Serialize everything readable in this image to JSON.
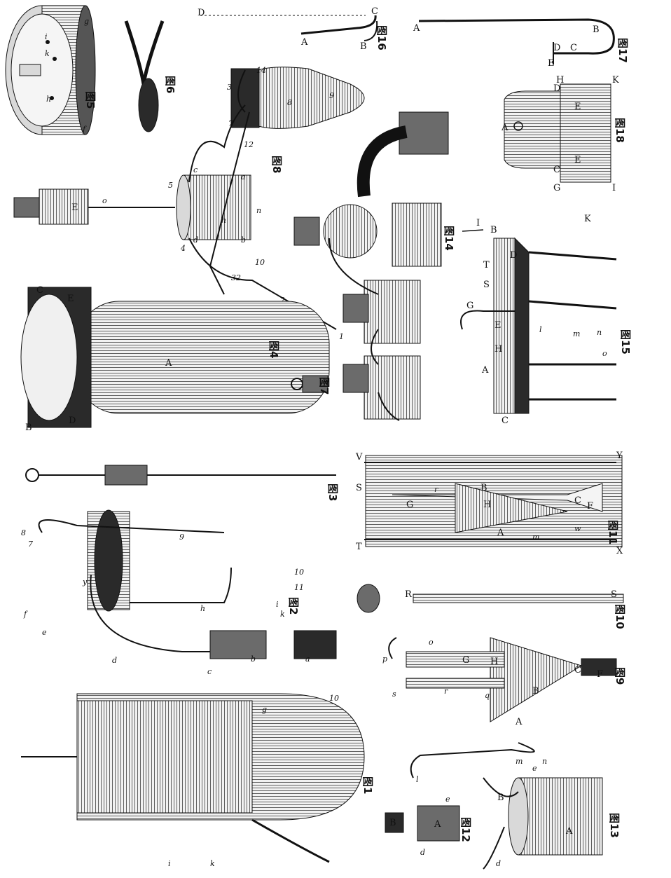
{
  "captions": {
    "fig1": "图1",
    "fig2": "图2",
    "fig3": "图3",
    "fig4": "图4",
    "fig5": "图5",
    "fig6": "图6",
    "fig7": "图7",
    "fig8": "图8",
    "fig9": "图9",
    "fig10": "图10",
    "fig11": "图11",
    "fig12": "图12",
    "fig13": "图13",
    "fig14": "图14",
    "fig15": "图15",
    "fig16": "图16",
    "fig17": "图17",
    "fig18": "图18"
  },
  "fig1_labels": {
    "g": "g",
    "i": "i",
    "k": "k",
    "ten": "10"
  },
  "fig2_labels": {
    "d": "d",
    "e": "e",
    "f": "f",
    "a": "a",
    "b": "b",
    "c": "c",
    "y": "y",
    "h": "h",
    "i": "i",
    "k": "k",
    "seven": "7",
    "eight": "8",
    "nine": "9",
    "ten": "10",
    "eleven": "11"
  },
  "fig4_labels": {
    "A": "A",
    "B": "B",
    "C": "C",
    "D": "D",
    "E": "E"
  },
  "fig5_labels": {
    "g": "g",
    "f": "f",
    "h": "h",
    "i": "i",
    "k": "k"
  },
  "fig8_labels": {
    "E": "E",
    "o": "o",
    "c": "c",
    "d": "d",
    "a": "a",
    "b": "b",
    "h": "h",
    "n": "n",
    "one": "1",
    "two": "2",
    "three": "3",
    "four": "4",
    "five": "5",
    "seven": "7",
    "eight": "8",
    "nine": "9",
    "ten": "10",
    "twelve": "12",
    "fourteen": "14",
    "thirty_two": "32"
  },
  "fig9_labels": {
    "l": "l",
    "m": "m",
    "n": "n",
    "o": "o",
    "p": "p",
    "q": "q",
    "r": "r",
    "s": "s",
    "A": "A",
    "B": "B",
    "C": "C",
    "F": "F",
    "G": "G",
    "H": "H"
  },
  "fig10_labels": {
    "R": "R",
    "S": "S"
  },
  "fig11_labels": {
    "V": "V",
    "S": "S",
    "T": "T",
    "X": "X",
    "Y": "Y",
    "G": "G",
    "H": "H",
    "B": "B",
    "C": "C",
    "F": "F",
    "A": "A",
    "r": "r",
    "w": "w",
    "m": "m"
  },
  "fig12_labels": {
    "B": "B",
    "A": "A",
    "d": "d",
    "e": "e"
  },
  "fig13_labels": {
    "A": "A",
    "B": "B",
    "d": "d",
    "e": "e"
  },
  "fig15_labels": {
    "A": "A",
    "B": "B",
    "C": "C",
    "D": "D",
    "E": "E",
    "G": "G",
    "H": "H",
    "S": "S",
    "T": "T",
    "I": "I",
    "K": "K",
    "l": "l",
    "m": "m",
    "n": "n",
    "o": "o"
  },
  "fig16_labels": {
    "A": "A",
    "B": "B",
    "C": "C",
    "D": "D"
  },
  "fig17_labels": {
    "A": "A",
    "B": "B",
    "C": "C",
    "D": "D",
    "E": "E"
  },
  "fig18_labels": {
    "A": "A",
    "C": "C",
    "D": "D",
    "E1": "E",
    "E2": "E",
    "G": "G",
    "H": "H",
    "I": "I",
    "K": "K"
  }
}
